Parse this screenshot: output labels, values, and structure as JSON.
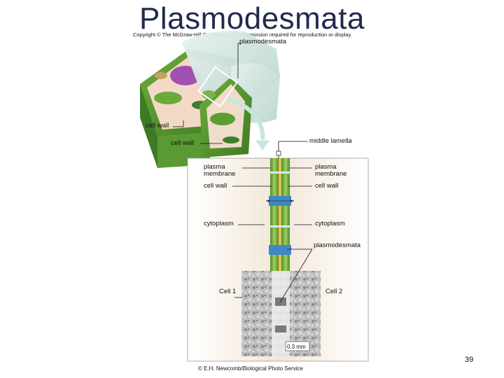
{
  "title": "Plasmodesmata",
  "copyright": "Copyright © The McGraw-Hill Companies, Inc. Permission required for reproduction or display.",
  "labels": {
    "plasmodesmata_top": "plasmodesmata",
    "cell_wall_left": "cell wall",
    "cell_wall_left2": "cell wall",
    "middle_lamella": "middle lamella",
    "plasma_membrane_left": [
      "plasma",
      "membrane"
    ],
    "plasma_membrane_right": [
      "plasma",
      "membrane"
    ],
    "cell_wall_inner_left": "cell wall",
    "cell_wall_inner_right": "cell wall",
    "cytoplasm_left": "cytoplasm",
    "cytoplasm_right": "cytoplasm",
    "plasmodesmata_inner": "plasmodesmata",
    "cell1": "Cell 1",
    "cell2": "Cell 2",
    "scale": "0.3 mm",
    "photo_credit": "© E.H. Newcomb/Biological Photo Service"
  },
  "page_number": "39"
}
